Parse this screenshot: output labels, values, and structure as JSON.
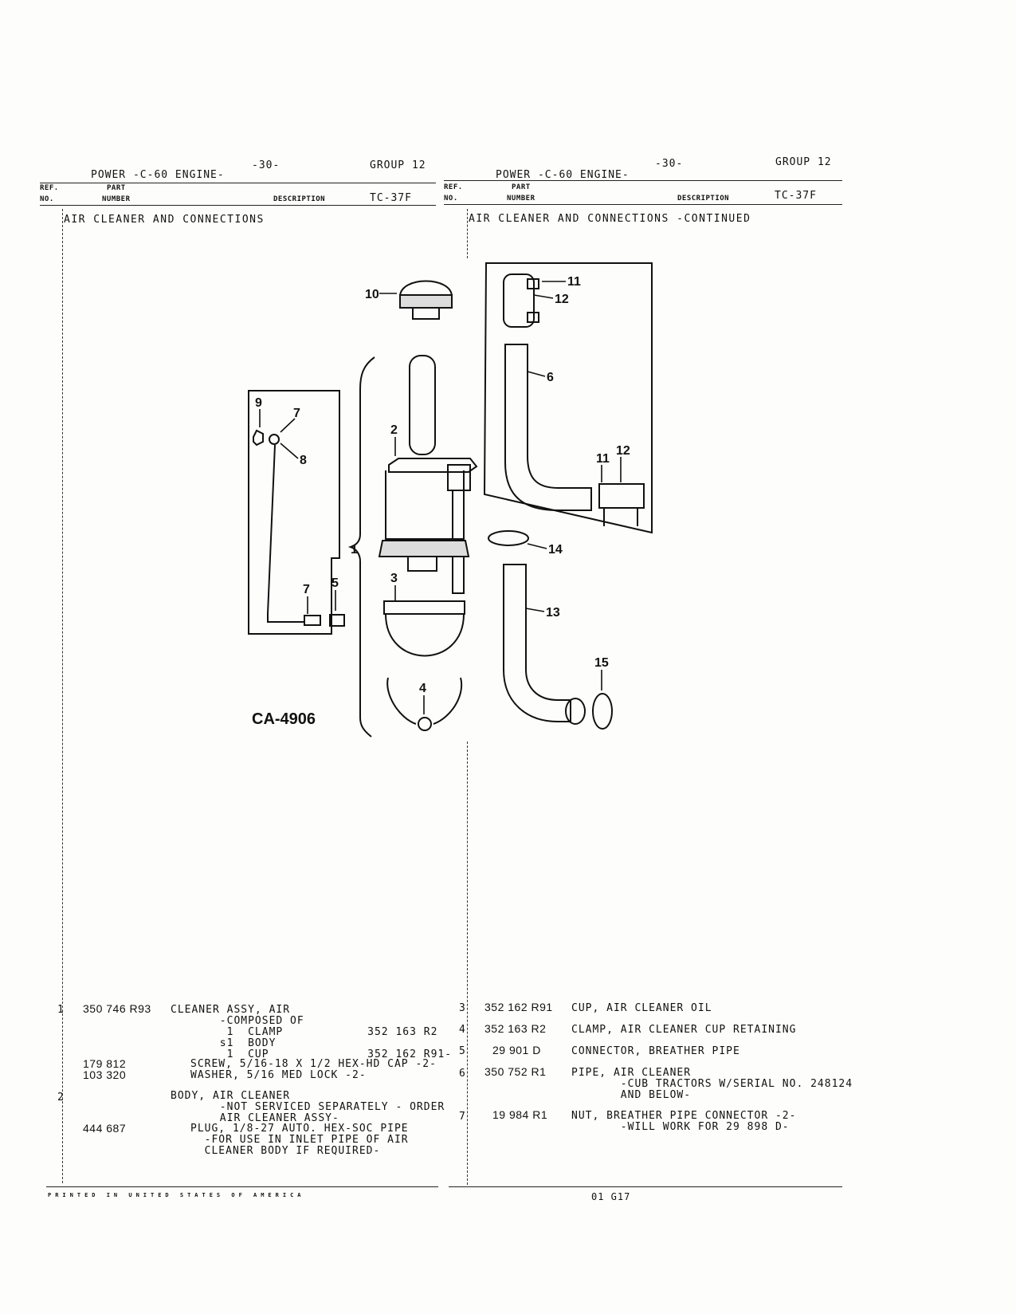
{
  "left": {
    "page_no": "-30-",
    "group": "GROUP 12",
    "engine": "POWER -C-60 ENGINE-",
    "ref_label": "REF.",
    "no_label": "NO.",
    "part_label": "PART",
    "number_label": "NUMBER",
    "description_label": "DESCRIPTION",
    "code": "TC-37F",
    "section": "AIR CLEANER AND CONNECTIONS"
  },
  "right": {
    "page_no": "-30-",
    "group": "GROUP 12",
    "engine": "POWER -C-60 ENGINE-",
    "ref_label": "REF.",
    "no_label": "NO.",
    "part_label": "PART",
    "number_label": "NUMBER",
    "description_label": "DESCRIPTION",
    "code": "TC-37F",
    "section": "AIR CLEANER AND CONNECTIONS  -CONTINUED"
  },
  "figure": {
    "id": "CA-4906",
    "callouts": [
      "1",
      "2",
      "3",
      "4",
      "5",
      "6",
      "7",
      "8",
      "9",
      "10",
      "11",
      "12",
      "13",
      "14",
      "15"
    ]
  },
  "left_parts": [
    {
      "ref": "1",
      "part": "350 746 R93",
      "desc": "CLEANER ASSY, AIR\n       -COMPOSED OF\n        1  CLAMP            352 163 R2\n       s1  BODY\n        1  CUP              352 162 R91-"
    },
    {
      "ref": "",
      "part": "179 812\n103 320",
      "desc": "SCREW, 5/16-18 X 1/2 HEX-HD CAP -2-\nWASHER, 5/16 MED LOCK -2-"
    },
    {
      "ref": "2",
      "part": "",
      "desc": "BODY, AIR CLEANER\n       -NOT SERVICED SEPARATELY - ORDER\n       AIR CLEANER ASSY-"
    },
    {
      "ref": "",
      "part": "444 687",
      "desc": "PLUG, 1/8-27 AUTO. HEX-SOC PIPE\n  -FOR USE IN INLET PIPE OF AIR\n  CLEANER BODY IF REQUIRED-"
    }
  ],
  "right_parts": [
    {
      "ref": "3",
      "part": "352 162 R91",
      "desc": "CUP, AIR CLEANER OIL"
    },
    {
      "ref": "4",
      "part": "352 163 R2",
      "desc": "CLAMP, AIR CLEANER CUP RETAINING"
    },
    {
      "ref": "5",
      "part": "29 901 D",
      "desc": "CONNECTOR, BREATHER PIPE"
    },
    {
      "ref": "6",
      "part": "350 752 R1",
      "desc": "PIPE, AIR CLEANER\n       -CUB TRACTORS W/SERIAL NO. 248124\n       AND BELOW-"
    },
    {
      "ref": "7",
      "part": "19 984 R1",
      "desc": "NUT, BREATHER PIPE CONNECTOR -2-\n       -WILL WORK FOR 29 898 D-"
    }
  ],
  "footer": {
    "printed": "PRINTED IN UNITED STATES OF AMERICA",
    "code": "01 G17"
  },
  "colors": {
    "ink": "#111111",
    "paper": "#fdfdfb"
  }
}
